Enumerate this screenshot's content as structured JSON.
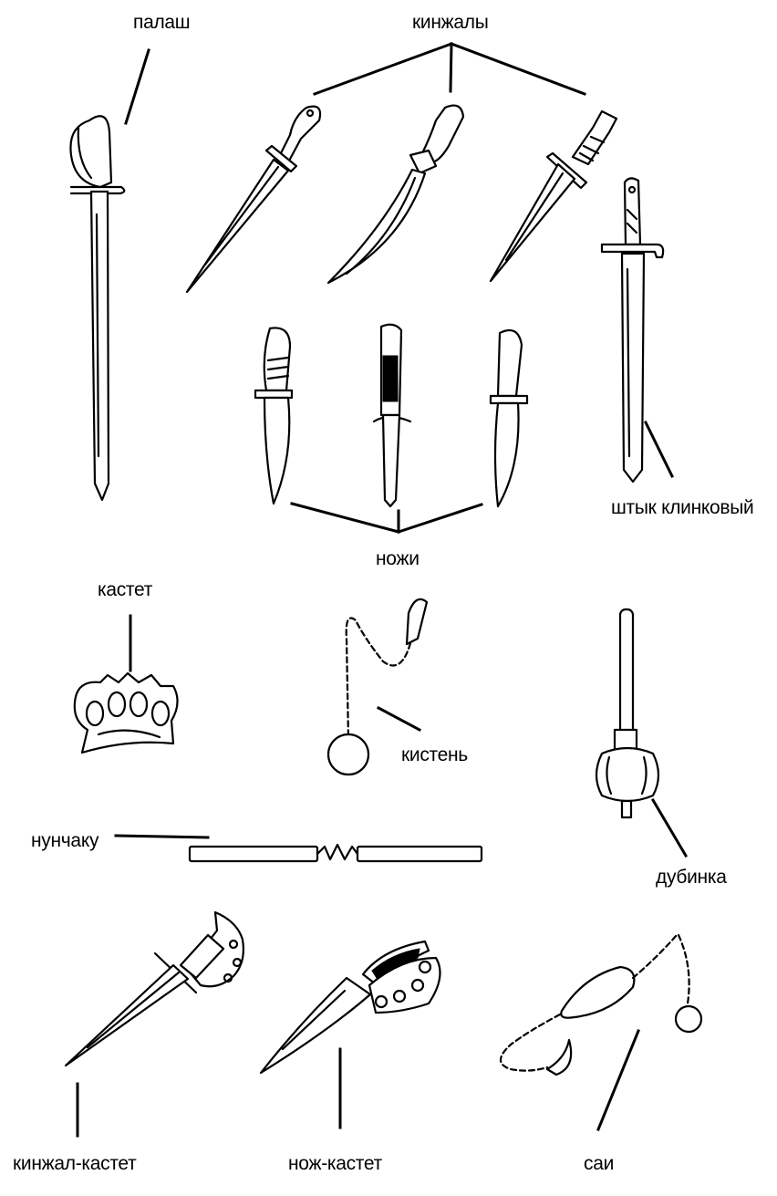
{
  "labels": {
    "palash": "палаш",
    "kinzhaly": "кинжалы",
    "shtyk": "штык клинковый",
    "nozhi": "ножи",
    "kastet": "кастет",
    "kisten": "кистень",
    "nunchaku": "нунчаку",
    "dubinka": "дубинка",
    "kinzhal_kastet": "кинжал-кастет",
    "nozh_kastet": "нож-кастет",
    "sai": "саи"
  },
  "colors": {
    "ink": "#000000",
    "paper": "#ffffff"
  }
}
